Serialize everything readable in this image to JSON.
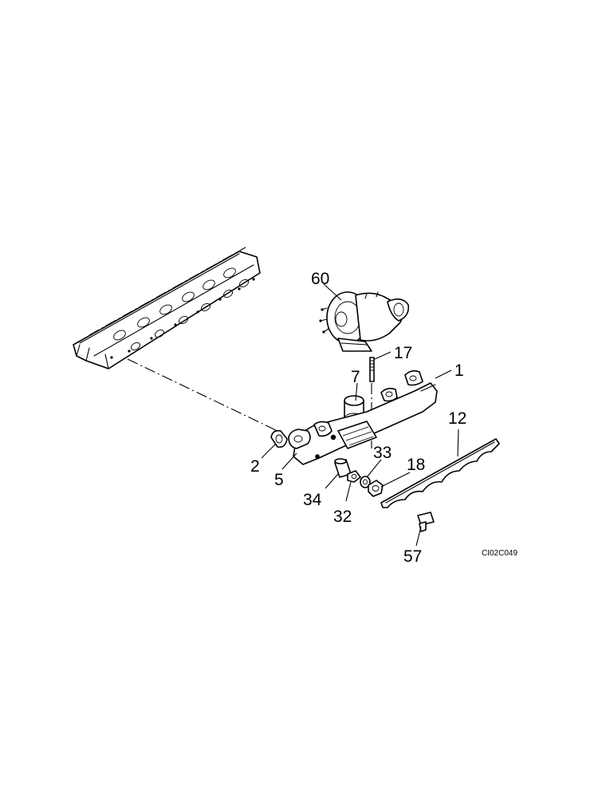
{
  "callouts": {
    "c60": "60",
    "c17": "17",
    "c7": "7",
    "c1": "1",
    "c12": "12",
    "c2": "2",
    "c5": "5",
    "c33": "33",
    "c18": "18",
    "c34": "34",
    "c32": "32",
    "c57": "57"
  },
  "drawing_code": "CI02C049",
  "colors": {
    "line": "#000000",
    "background": "#ffffff"
  }
}
